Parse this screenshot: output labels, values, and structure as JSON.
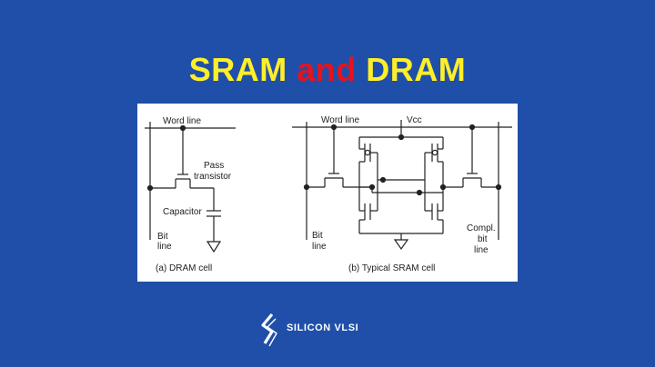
{
  "title": {
    "word1": "SRAM",
    "word2": "and",
    "word3": "DRAM"
  },
  "dram": {
    "word_line": "Word line",
    "pass": "Pass",
    "transistor": "transistor",
    "capacitor": "Capacitor",
    "bit": "Bit",
    "line": "line",
    "caption": "(a) DRAM cell"
  },
  "sram": {
    "word_line": "Word line",
    "vcc": "Vcc",
    "bit": "Bit",
    "line": "line",
    "compl": "Compl.",
    "compl_bit": "bit",
    "compl_line": "line",
    "caption": "(b) Typical SRAM cell"
  },
  "brand": {
    "name": "SILICON VLSI"
  },
  "colors": {
    "background": "#1f4fa8",
    "title_yellow": "#ffee2a",
    "title_red": "#e8121c"
  }
}
